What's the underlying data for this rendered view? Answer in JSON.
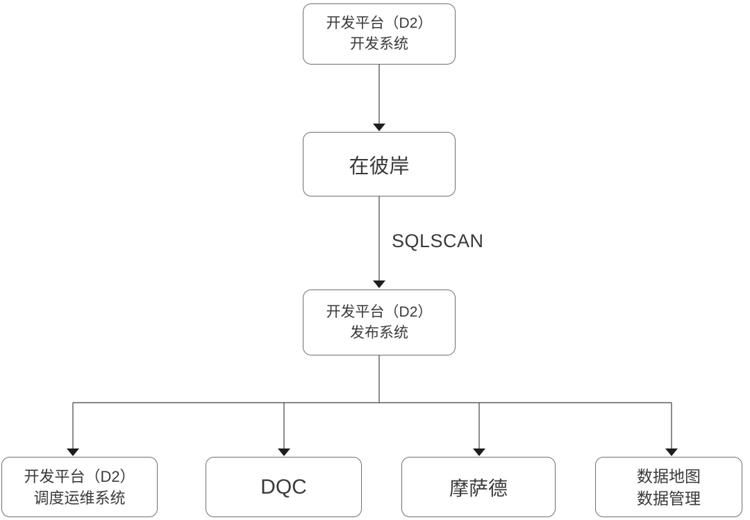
{
  "diagram": {
    "title": "D2 development platform flow diagram",
    "nodes": {
      "dev_system": {
        "label": "开发平台（D2）\n开发系统"
      },
      "zaibian": {
        "label": "在彼岸"
      },
      "publish_system": {
        "label": "开发平台（D2）\n发布系统"
      },
      "scheduler": {
        "label": "开发平台（D2）\n调度运维系统"
      },
      "dqc": {
        "label": "DQC"
      },
      "mosade": {
        "label": "摩萨德"
      },
      "data_map": {
        "label": "数据地图\n数据管理"
      }
    },
    "edges": {
      "sqlscan_label": "SQLSCAN"
    },
    "colors": {
      "background": "#ffffff",
      "node_fill": "#ffffff",
      "node_border": "#6e6e6e",
      "line": "#3f3f3f",
      "arrowhead": "#1d1d1d",
      "text": "#3a3a3a"
    }
  }
}
